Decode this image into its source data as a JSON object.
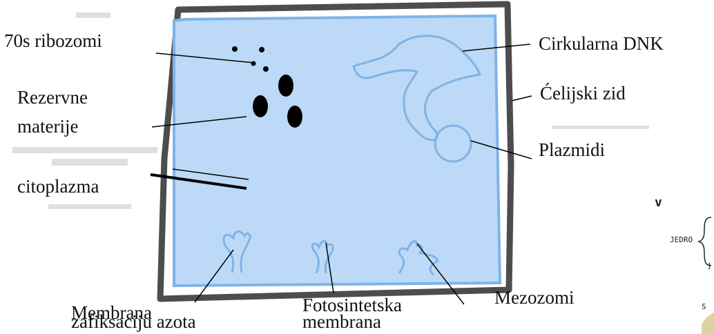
{
  "labels": {
    "ribosomes": "70s ribozomi",
    "reserve_line1": "Rezervne",
    "reserve_line2": "materije",
    "cytoplasm": "citoplazma",
    "circular_dna": "Cirkularna DNK",
    "cell_wall": "Ćelijski zid",
    "plasmids": "Plazmidi",
    "mesosomes": "Mezozomi",
    "photosynthetic_line1": "Fotosintetska",
    "photosynthetic_line2": "membrana",
    "nitrogen_line1": "Membrana",
    "nitrogen_line2": "zafiksaciju azota"
  },
  "fragments": {
    "jedro": "JEDRO",
    "brace_j": "j",
    "v_mark": "v",
    "s_mark": "S"
  },
  "colors": {
    "cell_fill": "#bcdaf7",
    "membrane": "#7fb3e6",
    "wall": "#4d4d4d",
    "dots": "#000000",
    "text": "#111111"
  }
}
